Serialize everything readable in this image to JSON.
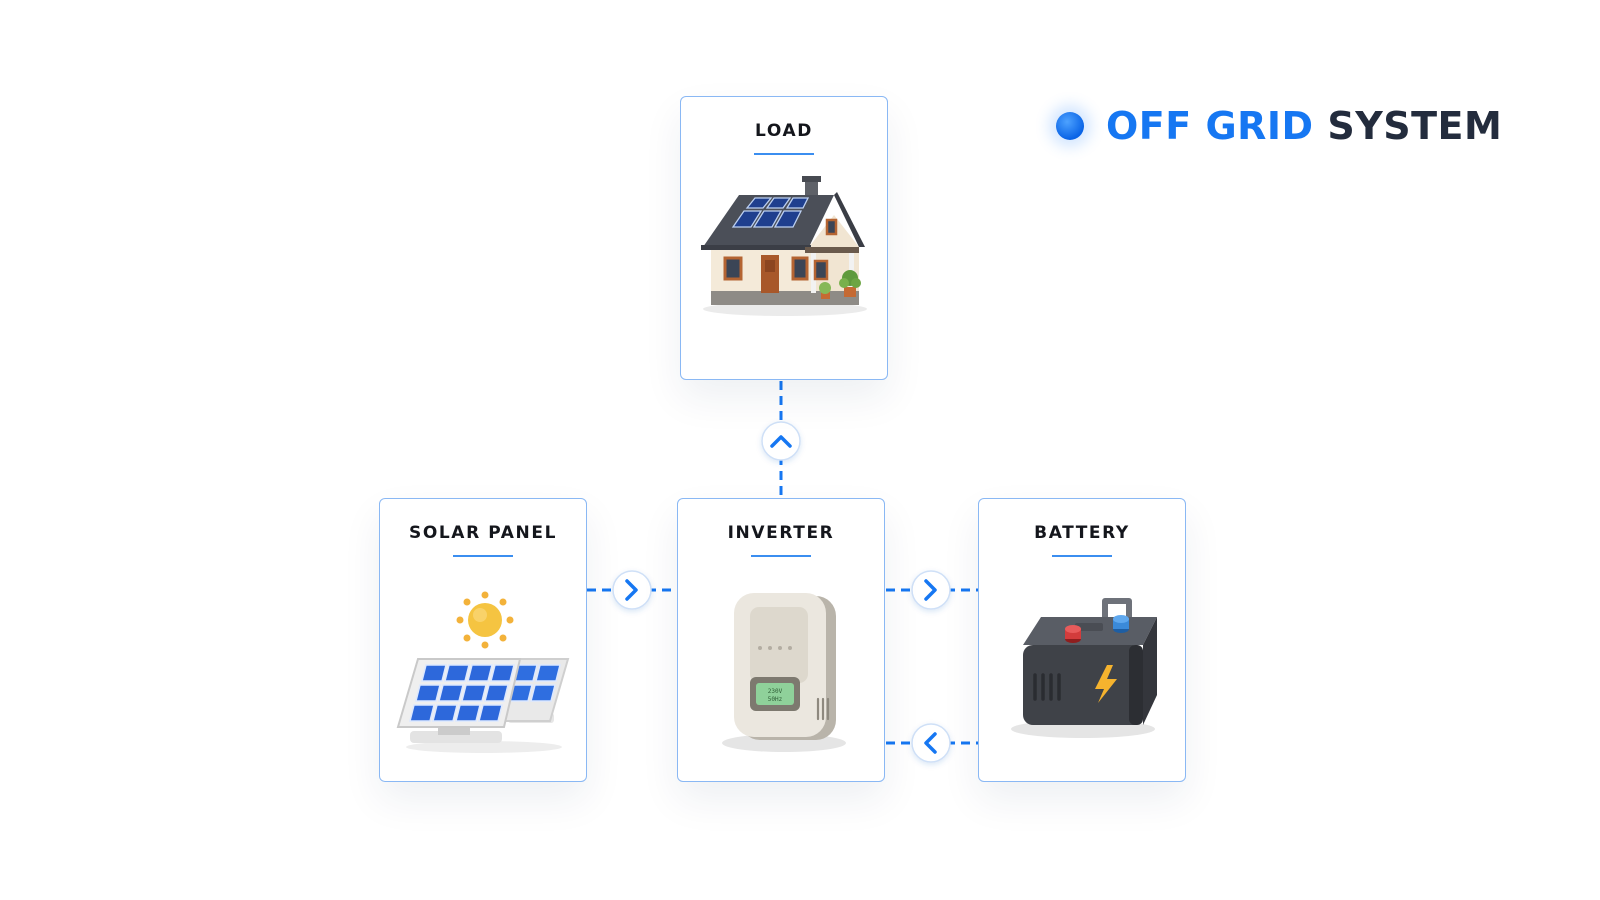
{
  "title": {
    "accent": "OFF GRID",
    "rest": " SYSTEM",
    "accent_color": "#1677f2",
    "rest_color": "#232c3d"
  },
  "nodes": {
    "load": {
      "label": "LOAD",
      "icon": "house-icon"
    },
    "solar": {
      "label": "SOLAR PANEL",
      "icon": "solar-panel-icon"
    },
    "inverter": {
      "label": "INVERTER",
      "icon": "inverter-icon"
    },
    "battery": {
      "label": "BATTERY",
      "icon": "battery-icon"
    }
  },
  "edges": [
    {
      "from": "solar",
      "to": "inverter",
      "direction": "right"
    },
    {
      "from": "inverter",
      "to": "load",
      "direction": "up"
    },
    {
      "from": "inverter",
      "to": "battery",
      "direction": "right"
    },
    {
      "from": "battery",
      "to": "inverter",
      "direction": "left"
    }
  ],
  "colors": {
    "accent": "#1677f2",
    "card_border": "#8ab8f4",
    "connector": "#1677f2"
  }
}
